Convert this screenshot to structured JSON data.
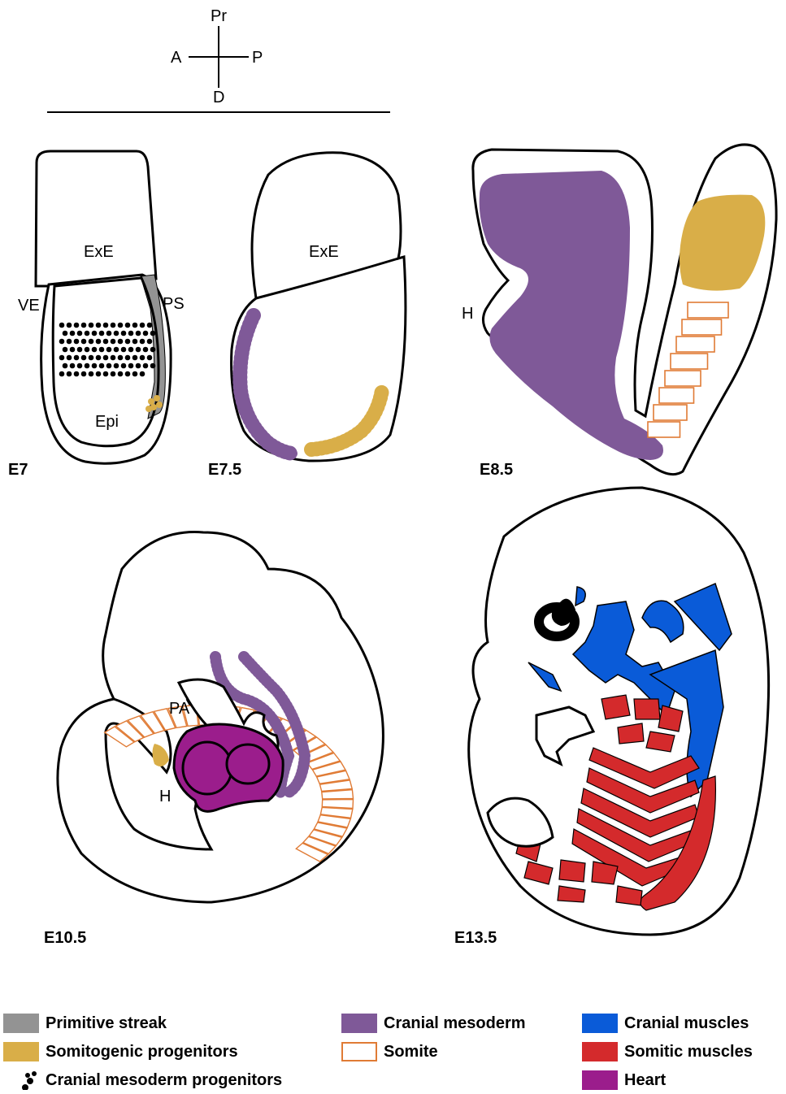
{
  "axes": {
    "proximal": "Pr",
    "anterior": "A",
    "posterior": "P",
    "distal": "D"
  },
  "stages": {
    "e7": {
      "label": "E7",
      "exe": "ExE",
      "ve": "VE",
      "ps": "PS",
      "epi": "Epi"
    },
    "e75": {
      "label": "E7.5",
      "exe": "ExE"
    },
    "e85": {
      "label": "E8.5",
      "h": "H"
    },
    "e105": {
      "label": "E10.5",
      "pa": "PA",
      "h": "H"
    },
    "e135": {
      "label": "E13.5"
    }
  },
  "legend": [
    {
      "id": "primitive-streak",
      "label": "Primitive streak",
      "color": "#939393",
      "style": "fill"
    },
    {
      "id": "somitogenic-progenitors",
      "label": "Somitogenic progenitors",
      "color": "#D9AE48",
      "style": "fill"
    },
    {
      "id": "cranial-mesoderm-progenitors",
      "label": "Cranial mesoderm progenitors",
      "color": "#000000",
      "style": "dots"
    },
    {
      "id": "cranial-mesoderm",
      "label": "Cranial mesoderm",
      "color": "#7F5998",
      "style": "fill"
    },
    {
      "id": "somite",
      "label": "Somite",
      "color": "#E07B35",
      "style": "outline"
    },
    {
      "id": "cranial-muscles",
      "label": "Cranial muscles",
      "color": "#0A5BD8",
      "style": "fill"
    },
    {
      "id": "somitic-muscles",
      "label": "Somitic muscles",
      "color": "#D42A2C",
      "style": "fill"
    },
    {
      "id": "heart",
      "label": "Heart",
      "color": "#9B1D8C",
      "style": "fill"
    }
  ]
}
